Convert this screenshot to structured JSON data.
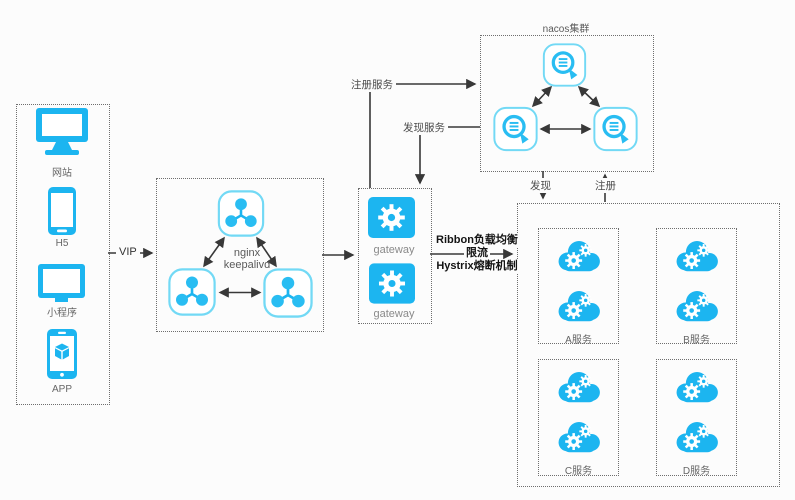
{
  "colors": {
    "accent": "#1cb5f0",
    "node_border": "#72d9f5",
    "arrow": "#383838",
    "label_gray": "#666666",
    "gateway_label_gray": "#8a8a8a",
    "emphasis_text": "#141414",
    "background": "#fcfcfc",
    "dashed_border": "#6e6e6e"
  },
  "clients": {
    "items": [
      {
        "label": "网站",
        "icon": "monitor-icon"
      },
      {
        "label": "H5",
        "icon": "smartphone-icon"
      },
      {
        "label": "小程序",
        "icon": "display-icon"
      },
      {
        "label": "APP",
        "icon": "app-phone-icon"
      }
    ]
  },
  "vip": {
    "label": "VIP"
  },
  "nginx_cluster": {
    "line1": "nginx",
    "line2": "keepalivd"
  },
  "gateway": {
    "node1_label": "gateway",
    "node2_label": "gateway"
  },
  "nacos": {
    "title": "nacos集群"
  },
  "edges": {
    "register_service": "注册服务",
    "discover_service": "发现服务",
    "discover": "发现",
    "register": "注册"
  },
  "ribbon": {
    "line1": "Ribbon负载均衡",
    "line2": "限流",
    "line3": "Hystrix熔断机制"
  },
  "services": {
    "groups": [
      {
        "label": "A服务"
      },
      {
        "label": "B服务"
      },
      {
        "label": "C服务"
      },
      {
        "label": "D服务"
      }
    ]
  }
}
